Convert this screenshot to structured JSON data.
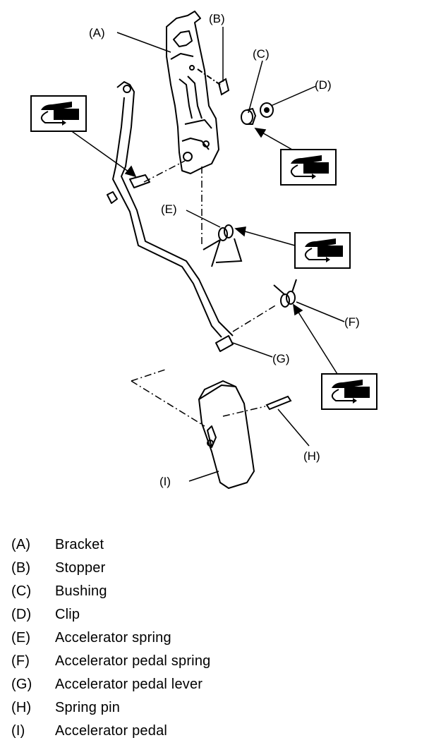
{
  "diagram": {
    "callouts": {
      "a": "(A)",
      "b": "(B)",
      "c": "(C)",
      "d": "(D)",
      "e": "(E)",
      "f": "(F)",
      "g": "(G)",
      "h": "(H)",
      "i": "(I)"
    }
  },
  "legend": [
    {
      "key": "(A)",
      "label": "Bracket"
    },
    {
      "key": "(B)",
      "label": "Stopper"
    },
    {
      "key": "(C)",
      "label": "Bushing"
    },
    {
      "key": "(D)",
      "label": "Clip"
    },
    {
      "key": "(E)",
      "label": "Accelerator spring"
    },
    {
      "key": "(F)",
      "label": "Accelerator pedal spring"
    },
    {
      "key": "(G)",
      "label": "Accelerator pedal lever"
    },
    {
      "key": "(H)",
      "label": "Spring pin"
    },
    {
      "key": "(I)",
      "label": "Accelerator pedal"
    }
  ],
  "colors": {
    "ink": "#000000",
    "background": "#ffffff"
  },
  "icons": [
    "grease-application-icon"
  ]
}
